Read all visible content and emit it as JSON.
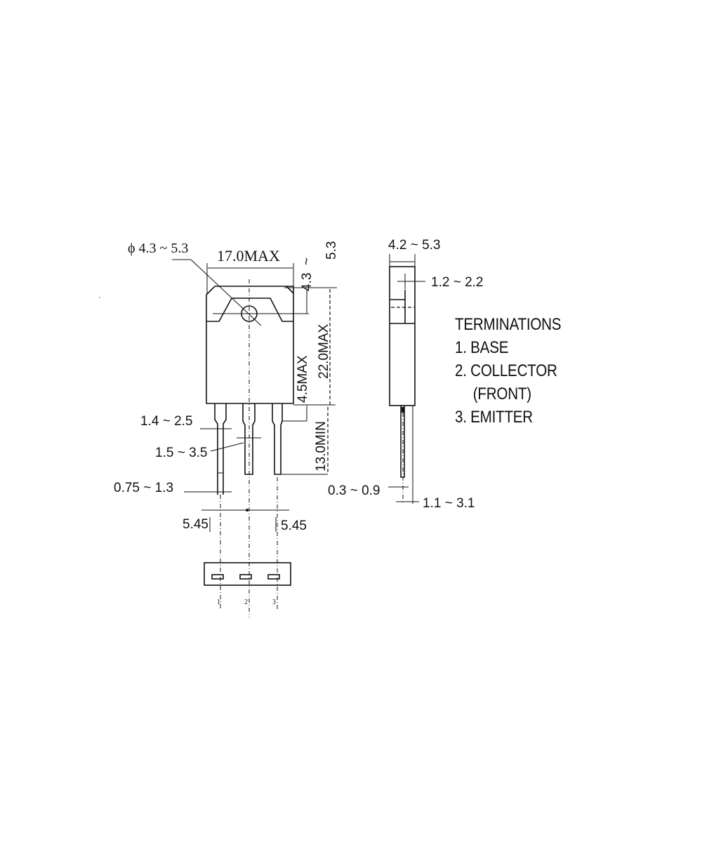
{
  "drawing": {
    "type": "transistor package outline (TO-3P style)",
    "front_view": {
      "hole_diameter": "ϕ 4.3 ~ 5.3",
      "width_label": "17.0MAX",
      "hole_offset_label": "4.3 ~ 5.3",
      "hole_offset_a": "4.3",
      "hole_offset_tilde": "~",
      "hole_offset_b": "5.3",
      "body_height_label": "22.0MAX",
      "lead_shoulder_label": "4.5MAX",
      "lead_length_label": "13.0MIN",
      "lead_shoulder_width_label": "1.4 ~ 2.5",
      "center_lead_width_label": "1.5 ~ 3.5",
      "lead_width_label": "0.75 ~ 1.3",
      "pitch_left_label": "5.45",
      "pitch_right_label": "5.45"
    },
    "side_view": {
      "thickness_label": "4.2 ~ 5.3",
      "tab_thickness_label": "1.2 ~ 2.2",
      "lead_thickness_label": "0.3 ~ 0.9",
      "lead_offset_label": "1.1 ~ 3.1"
    },
    "bottom_view": {
      "pin_labels": [
        "1",
        "2",
        "3"
      ]
    },
    "terminations": {
      "title": "TERMINATIONS",
      "items": [
        {
          "text": "1. BASE"
        },
        {
          "text": "2. COLLECTOR"
        },
        {
          "text": "(FRONT)"
        },
        {
          "text": "3. EMITTER"
        }
      ]
    }
  }
}
